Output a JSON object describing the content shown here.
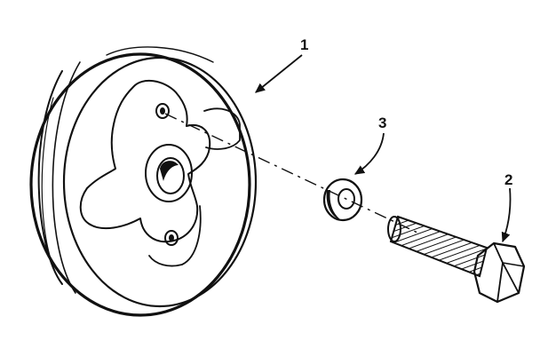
{
  "diagram": {
    "parts": [
      {
        "callout": "1",
        "part": "pulley"
      },
      {
        "callout": "2",
        "part": "bolt"
      },
      {
        "callout": "3",
        "part": "washer"
      }
    ],
    "colors": {
      "ink": "#111111",
      "paper": "#ffffff"
    }
  }
}
